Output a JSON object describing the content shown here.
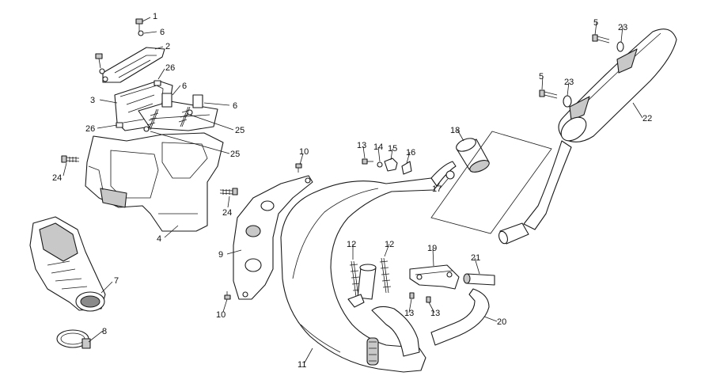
{
  "callouts": [
    {
      "id": "c1",
      "label": "1"
    },
    {
      "id": "c6a",
      "label": "6"
    },
    {
      "id": "c2",
      "label": "2"
    },
    {
      "id": "c26a",
      "label": "26"
    },
    {
      "id": "c6b",
      "label": "6"
    },
    {
      "id": "c3",
      "label": "3"
    },
    {
      "id": "c6c",
      "label": "6"
    },
    {
      "id": "c26b",
      "label": "26"
    },
    {
      "id": "c25a",
      "label": "25"
    },
    {
      "id": "c25b",
      "label": "25"
    },
    {
      "id": "c24a",
      "label": "24"
    },
    {
      "id": "c24b",
      "label": "24"
    },
    {
      "id": "c4",
      "label": "4"
    },
    {
      "id": "c7",
      "label": "7"
    },
    {
      "id": "c8",
      "label": "8"
    },
    {
      "id": "c10a",
      "label": "10"
    },
    {
      "id": "c9",
      "label": "9"
    },
    {
      "id": "c10b",
      "label": "10"
    },
    {
      "id": "c11",
      "label": "11"
    },
    {
      "id": "c13a",
      "label": "13"
    },
    {
      "id": "c14",
      "label": "14"
    },
    {
      "id": "c15",
      "label": "15"
    },
    {
      "id": "c16",
      "label": "16"
    },
    {
      "id": "c17",
      "label": "17"
    },
    {
      "id": "c18",
      "label": "18"
    },
    {
      "id": "c12a",
      "label": "12"
    },
    {
      "id": "c12b",
      "label": "12"
    },
    {
      "id": "c19",
      "label": "19"
    },
    {
      "id": "c13b",
      "label": "13"
    },
    {
      "id": "c13c",
      "label": "13"
    },
    {
      "id": "c21",
      "label": "21"
    },
    {
      "id": "c20",
      "label": "20"
    },
    {
      "id": "c5a",
      "label": "5"
    },
    {
      "id": "c23a",
      "label": "23"
    },
    {
      "id": "c5b",
      "label": "5"
    },
    {
      "id": "c23b",
      "label": "23"
    },
    {
      "id": "c22",
      "label": "22"
    }
  ]
}
